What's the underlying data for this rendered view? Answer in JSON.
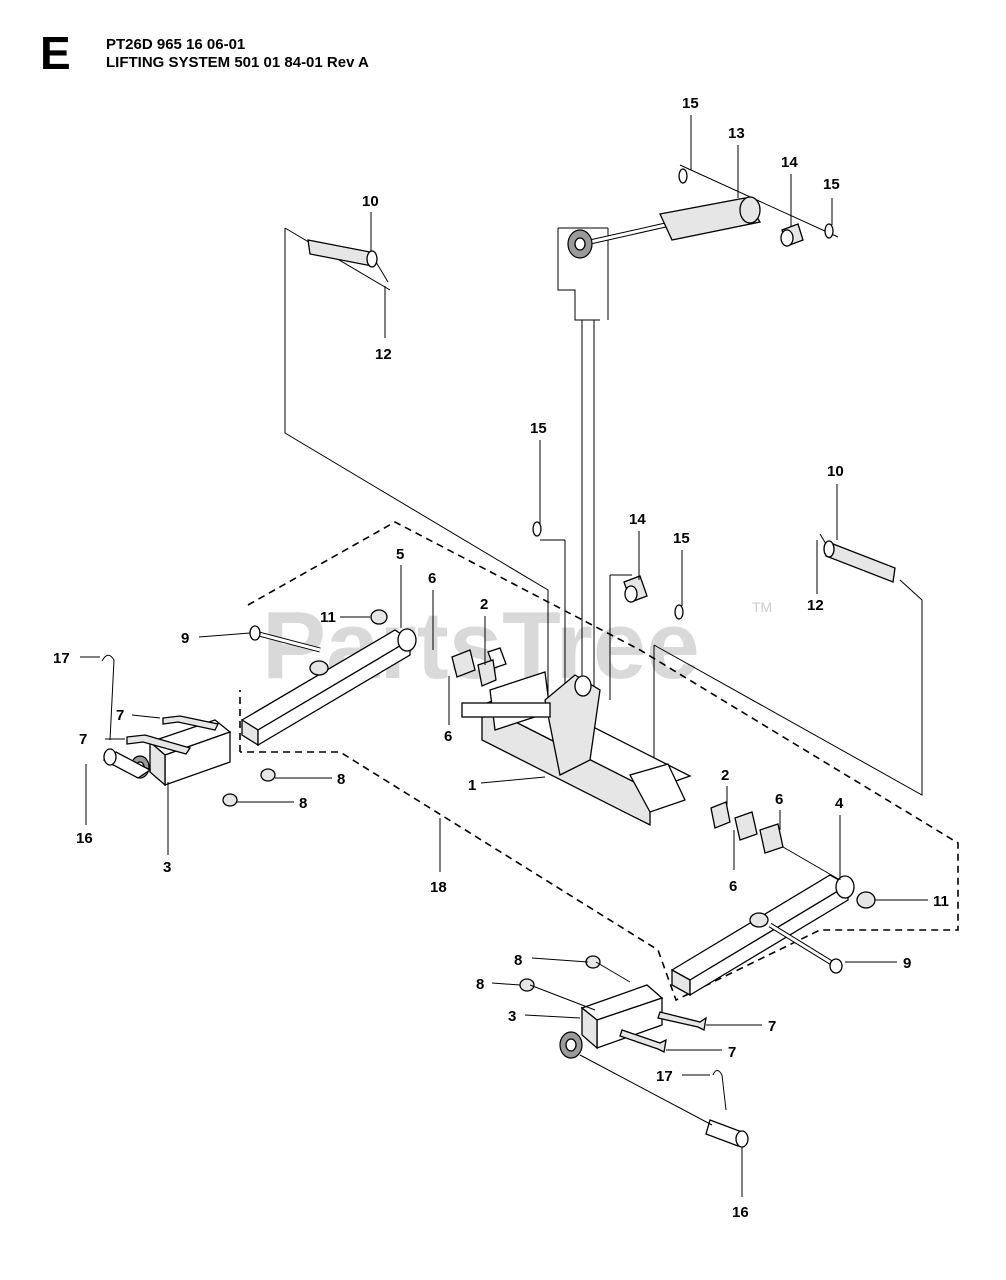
{
  "header": {
    "section_letter": "E",
    "model_line": "PT26D 965 16 06-01",
    "assembly_line": "LIFTING SYSTEM 501 01 84-01 Rev A"
  },
  "watermark": {
    "brand": "PartsTree",
    "tm": "TM"
  },
  "callouts": [
    {
      "id": "c15a",
      "label": "15"
    },
    {
      "id": "c13",
      "label": "13"
    },
    {
      "id": "c14a",
      "label": "14"
    },
    {
      "id": "c15b",
      "label": "15"
    },
    {
      "id": "c10a",
      "label": "10"
    },
    {
      "id": "c12a",
      "label": "12"
    },
    {
      "id": "c15c",
      "label": "15"
    },
    {
      "id": "c14b",
      "label": "14"
    },
    {
      "id": "c15d",
      "label": "15"
    },
    {
      "id": "c10b",
      "label": "10"
    },
    {
      "id": "c12b",
      "label": "12"
    },
    {
      "id": "c5",
      "label": "5"
    },
    {
      "id": "c6a",
      "label": "6"
    },
    {
      "id": "c2a",
      "label": "2"
    },
    {
      "id": "c11a",
      "label": "11"
    },
    {
      "id": "c9a",
      "label": "9"
    },
    {
      "id": "c17a",
      "label": "17"
    },
    {
      "id": "c7a",
      "label": "7"
    },
    {
      "id": "c7b",
      "label": "7"
    },
    {
      "id": "c6b",
      "label": "6"
    },
    {
      "id": "c16a",
      "label": "16"
    },
    {
      "id": "c3a",
      "label": "3"
    },
    {
      "id": "c8a",
      "label": "8"
    },
    {
      "id": "c8b",
      "label": "8"
    },
    {
      "id": "c1",
      "label": "1"
    },
    {
      "id": "c2b",
      "label": "2"
    },
    {
      "id": "c6c",
      "label": "6"
    },
    {
      "id": "c4",
      "label": "4"
    },
    {
      "id": "c6d",
      "label": "6"
    },
    {
      "id": "c11b",
      "label": "11"
    },
    {
      "id": "c18",
      "label": "18"
    },
    {
      "id": "c8c",
      "label": "8"
    },
    {
      "id": "c9b",
      "label": "9"
    },
    {
      "id": "c8d",
      "label": "8"
    },
    {
      "id": "c3b",
      "label": "3"
    },
    {
      "id": "c7c",
      "label": "7"
    },
    {
      "id": "c7d",
      "label": "7"
    },
    {
      "id": "c17b",
      "label": "17"
    },
    {
      "id": "c16b",
      "label": "16"
    }
  ]
}
